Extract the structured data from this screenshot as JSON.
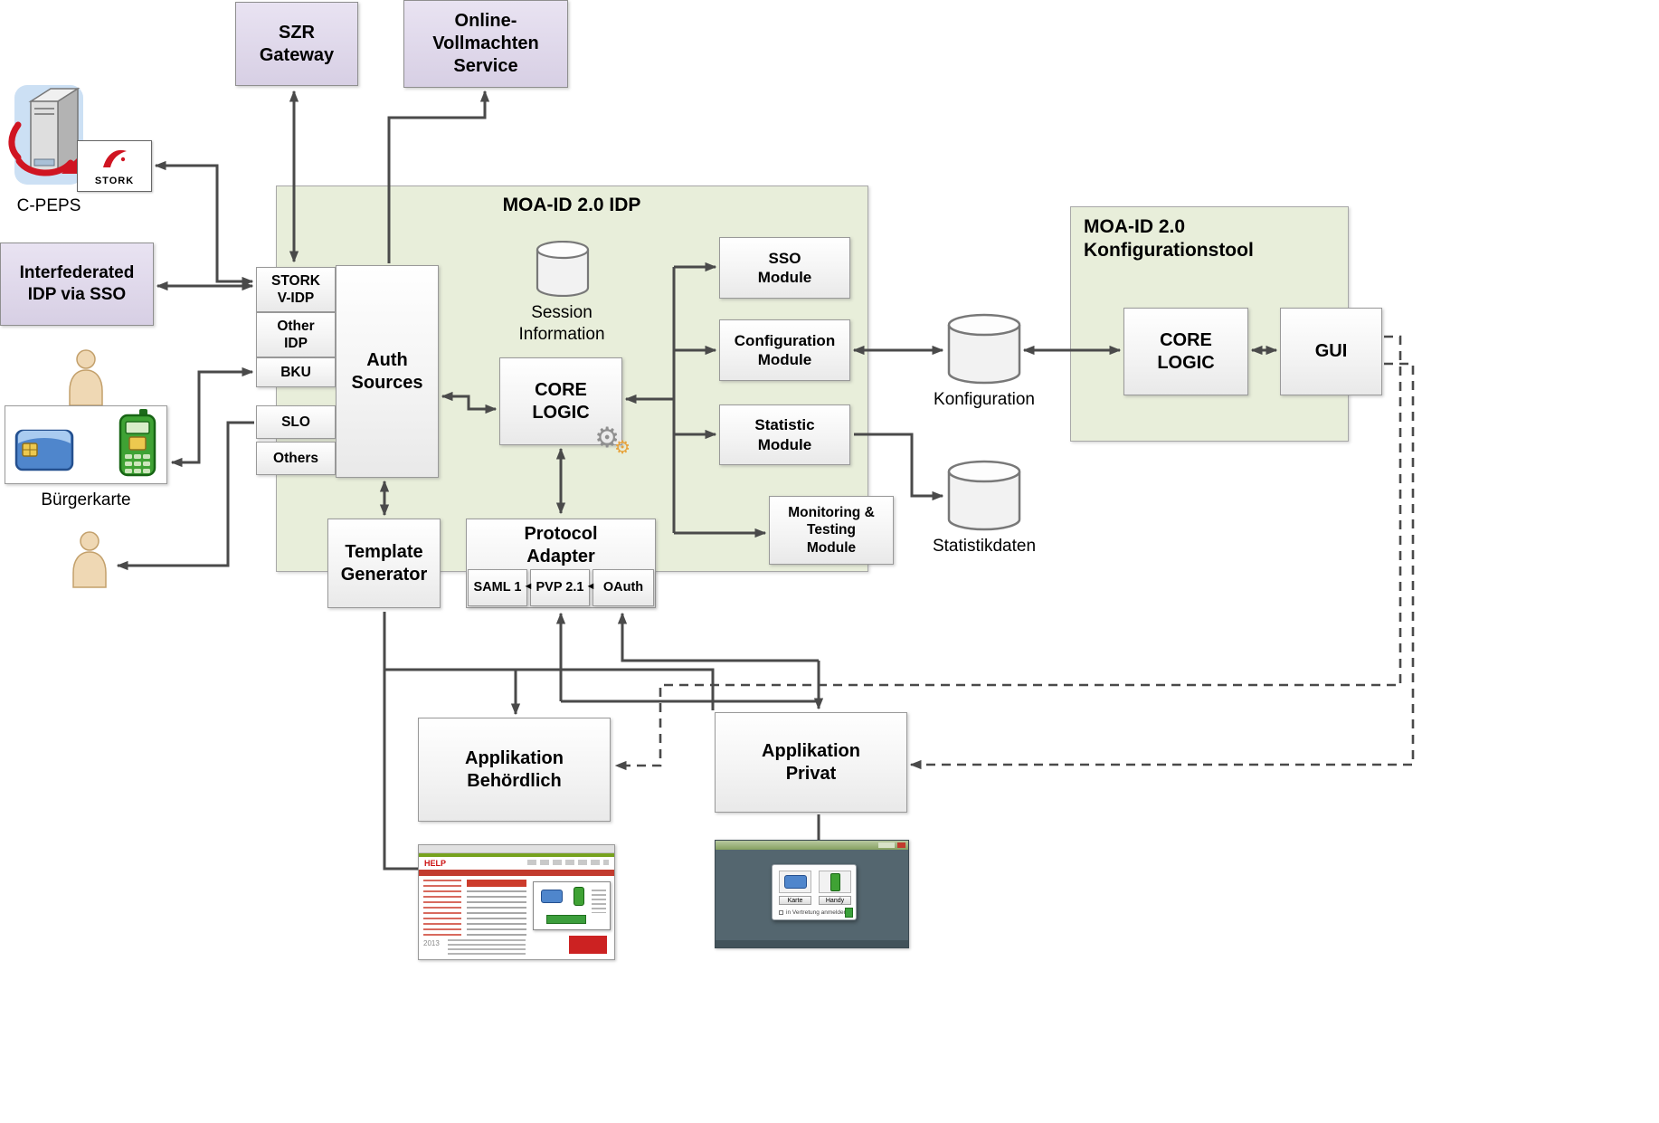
{
  "external": {
    "szr_gateway": "SZR\nGateway",
    "online_vollmachten": "Online-\nVollmachten\nService",
    "cpeps": "C-PEPS",
    "stork": "STORK",
    "interfederated_idp": "Interfederated\nIDP via SSO",
    "buergerkarte": "Bürgerkarte"
  },
  "idp": {
    "title": "MOA-ID 2.0 IDP",
    "stork_vidp": "STORK\nV-IDP",
    "other_idp": "Other\nIDP",
    "bku": "BKU",
    "slo": "SLO",
    "others": "Others",
    "auth_sources": "Auth\nSources",
    "session_information": "Session\nInformation",
    "core_logic": "CORE\nLOGIC",
    "sso_module": "SSO\nModule",
    "configuration_module": "Configuration\nModule",
    "statistic_module": "Statistic\nModule",
    "monitoring_module": "Monitoring &\nTesting\nModule",
    "template_generator": "Template\nGenerator",
    "protocol_adapter": "Protocol\nAdapter",
    "saml1": "SAML 1",
    "pvp21": "PVP 2.1",
    "oauth": "OAuth"
  },
  "datastores": {
    "konfiguration": "Konfiguration",
    "statistikdaten": "Statistikdaten"
  },
  "konfigtool": {
    "title": "MOA-ID 2.0\nKonfigurationstool",
    "core_logic": "CORE\nLOGIC",
    "gui": "GUI"
  },
  "applications": {
    "behoerdlich": "Applikation\nBehördlich",
    "privat": "Applikation\nPrivat"
  },
  "screenshots": {
    "help_site": {
      "logo": "HELP",
      "year": "2013"
    },
    "login_dialog": {
      "karte": "Karte",
      "handy": "Handy",
      "checkbox": "in Vertretung anmelden"
    }
  },
  "icons": {
    "gear": "⚙",
    "left_arrow": "◄"
  },
  "colors": {
    "purple_box": "#ded7e8",
    "green_panel": "#e8eeda",
    "arrow": "#4a4a4a",
    "red_accent": "#d01522"
  }
}
